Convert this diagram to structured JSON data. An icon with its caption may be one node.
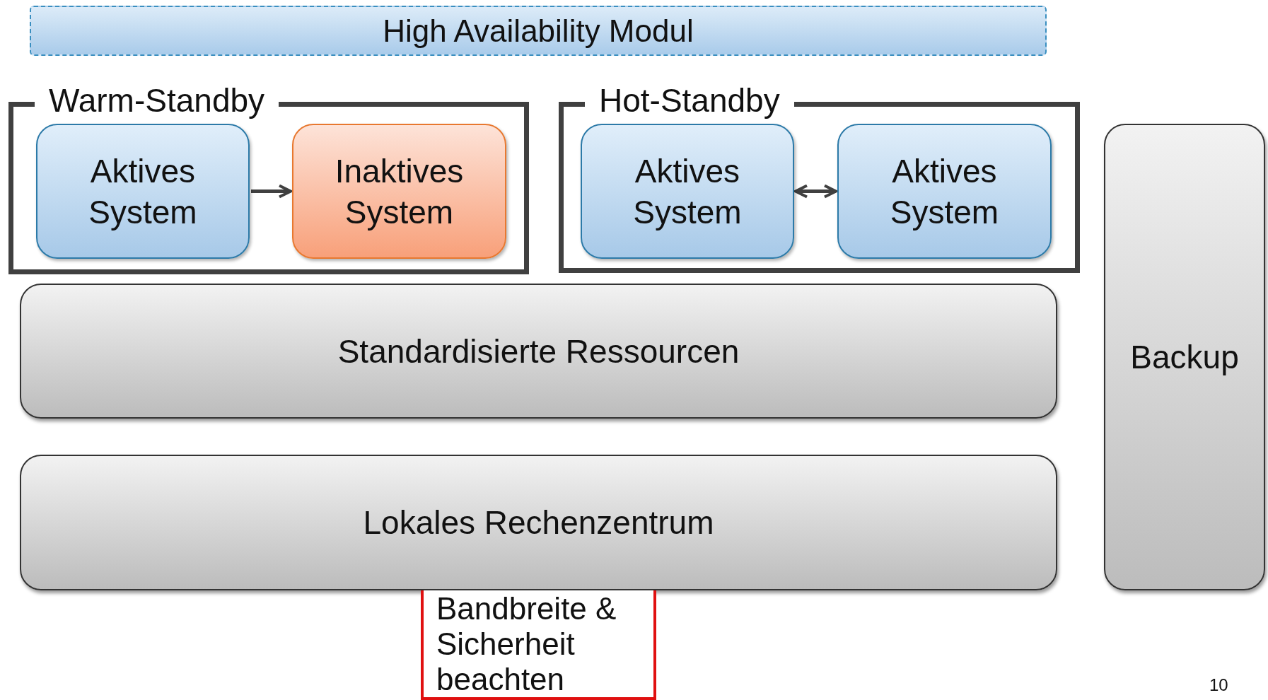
{
  "diagram": {
    "nodes": [
      {
        "text": [
          "High Availability Modul"
        ]
      },
      {
        "text": [
          "Warm-Standby"
        ]
      },
      {
        "text": [
          "Aktives System"
        ],
        "in": 1
      },
      {
        "text": [
          "Inaktives System"
        ],
        "in": 1
      },
      {
        "text": [
          "Hot-Standby"
        ]
      },
      {
        "text": [
          "Aktives System"
        ],
        "in": 4
      },
      {
        "text": [
          "Aktives System"
        ],
        "in": 4
      },
      {
        "text": [
          "Standardisierte Ressourcen"
        ]
      },
      {
        "text": [
          "Lokales Rechenzentrum"
        ]
      },
      {
        "text": [
          "Backup"
        ]
      },
      {
        "text": [
          "Bandbreite & Sicherheit beachten"
        ]
      }
    ],
    "edges": [
      {
        "from": 2,
        "to": 3,
        "arrow": "to"
      },
      {
        "from": 5,
        "to": 6,
        "arrow": "both"
      }
    ],
    "labels": [
      "10"
    ]
  }
}
